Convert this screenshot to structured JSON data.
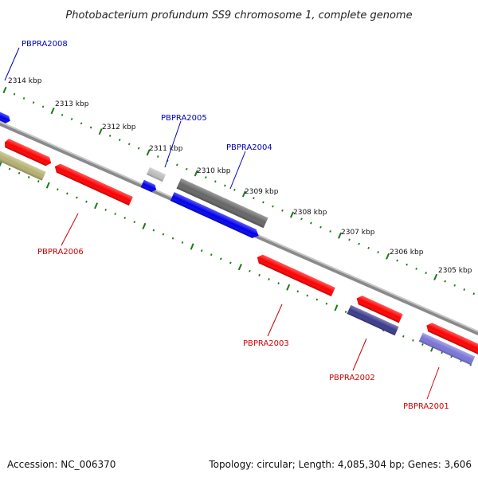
{
  "title": "Photobacterium profundum SS9 chromosome 1, complete genome",
  "footer": {
    "accession": "Accession: NC_006370",
    "summary": "Topology: circular; Length: 4,085,304 bp; Genes: 3,606"
  },
  "colors": {
    "backbone": "#8a8a8a",
    "ticks": "#1a7a1a",
    "forward_label": "#0000bb",
    "reverse_label": "#cc0000",
    "red_gene": "#ff0000",
    "blue_gene": "#0000ee",
    "dark_gray_gene": "#666666",
    "light_gray_gene": "#bdbdbd",
    "olive_gene": "#b5b070",
    "navy_gene": "#3a3a8c",
    "lavender_gene": "#7a75d8"
  },
  "ticks": [
    "2314 kbp",
    "2313 kbp",
    "2312 kbp",
    "2311 kbp",
    "2310 kbp",
    "2309 kbp",
    "2308 kbp",
    "2307 kbp",
    "2306 kbp",
    "2305 kbp"
  ],
  "gene_labels": [
    {
      "id": "g2008",
      "text": "PBPRA2008",
      "strand": "forward"
    },
    {
      "id": "g2005",
      "text": "PBPRA2005",
      "strand": "forward"
    },
    {
      "id": "g2004",
      "text": "PBPRA2004",
      "strand": "forward"
    },
    {
      "id": "g2006",
      "text": "PBPRA2006",
      "strand": "reverse"
    },
    {
      "id": "g2003",
      "text": "PBPRA2003",
      "strand": "reverse"
    },
    {
      "id": "g2002",
      "text": "PBPRA2002",
      "strand": "reverse"
    },
    {
      "id": "g2001",
      "text": "PBPRA2001",
      "strand": "reverse"
    }
  ]
}
